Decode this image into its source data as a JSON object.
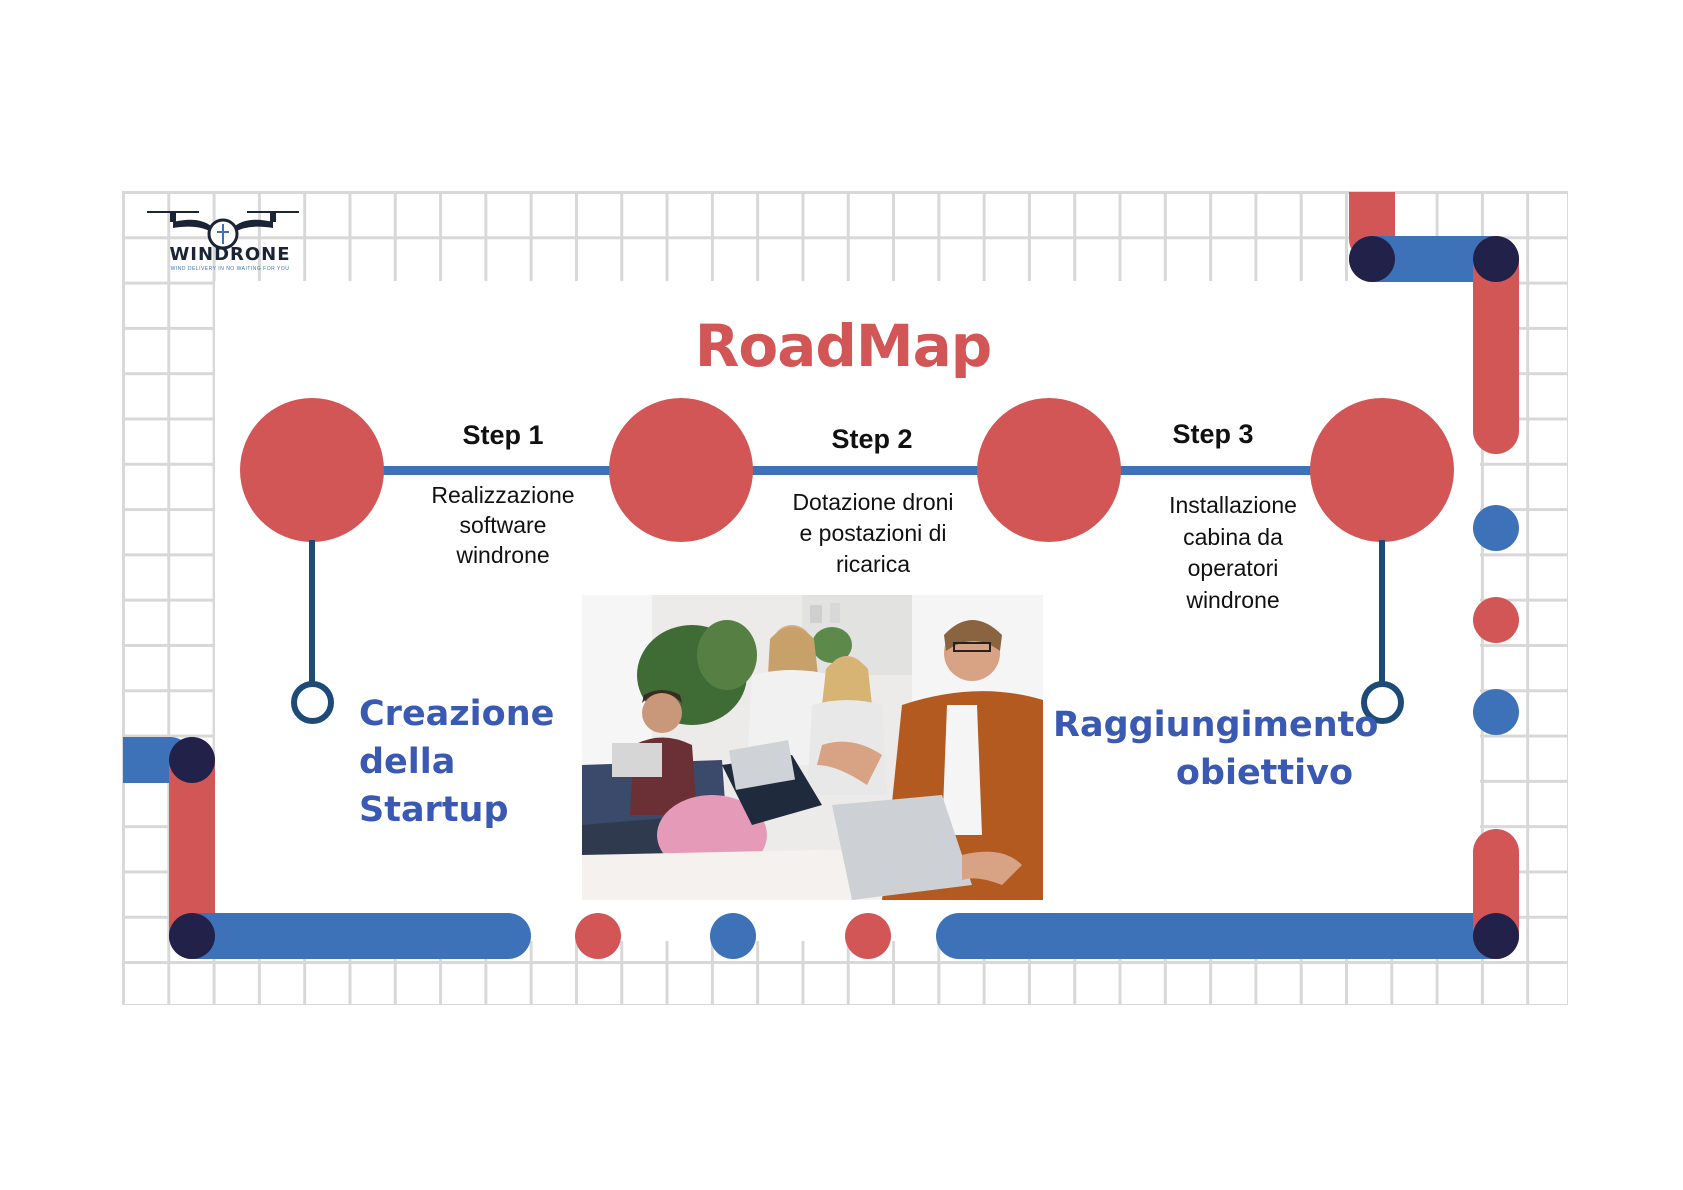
{
  "brand": {
    "name": "WINDRONE",
    "tagline": "WIND DELIVERY IN NO WAITING FOR YOU"
  },
  "title": "RoadMap",
  "steps": [
    {
      "label": "Step 1",
      "description": [
        "Realizzazione",
        "software",
        "windrone"
      ]
    },
    {
      "label": "Step 2",
      "description": [
        "Dotazione droni",
        "e postazioni di",
        "ricarica"
      ]
    },
    {
      "label": "Step 3",
      "description": [
        "Installazione",
        "cabina da",
        "operatori",
        "windrone"
      ]
    }
  ],
  "start_milestone": {
    "lines": [
      "Creazione",
      "della",
      "Startup"
    ]
  },
  "end_milestone": {
    "lines": [
      "Raggiungimento",
      "obiettivo"
    ]
  },
  "photo": {
    "subject": "team-meeting-photo"
  },
  "colors": {
    "red": "#d35657",
    "blue": "#3d72b8",
    "navy": "#22214a",
    "text_blue": "#3a59b2",
    "line_dark": "#1e4a78"
  }
}
